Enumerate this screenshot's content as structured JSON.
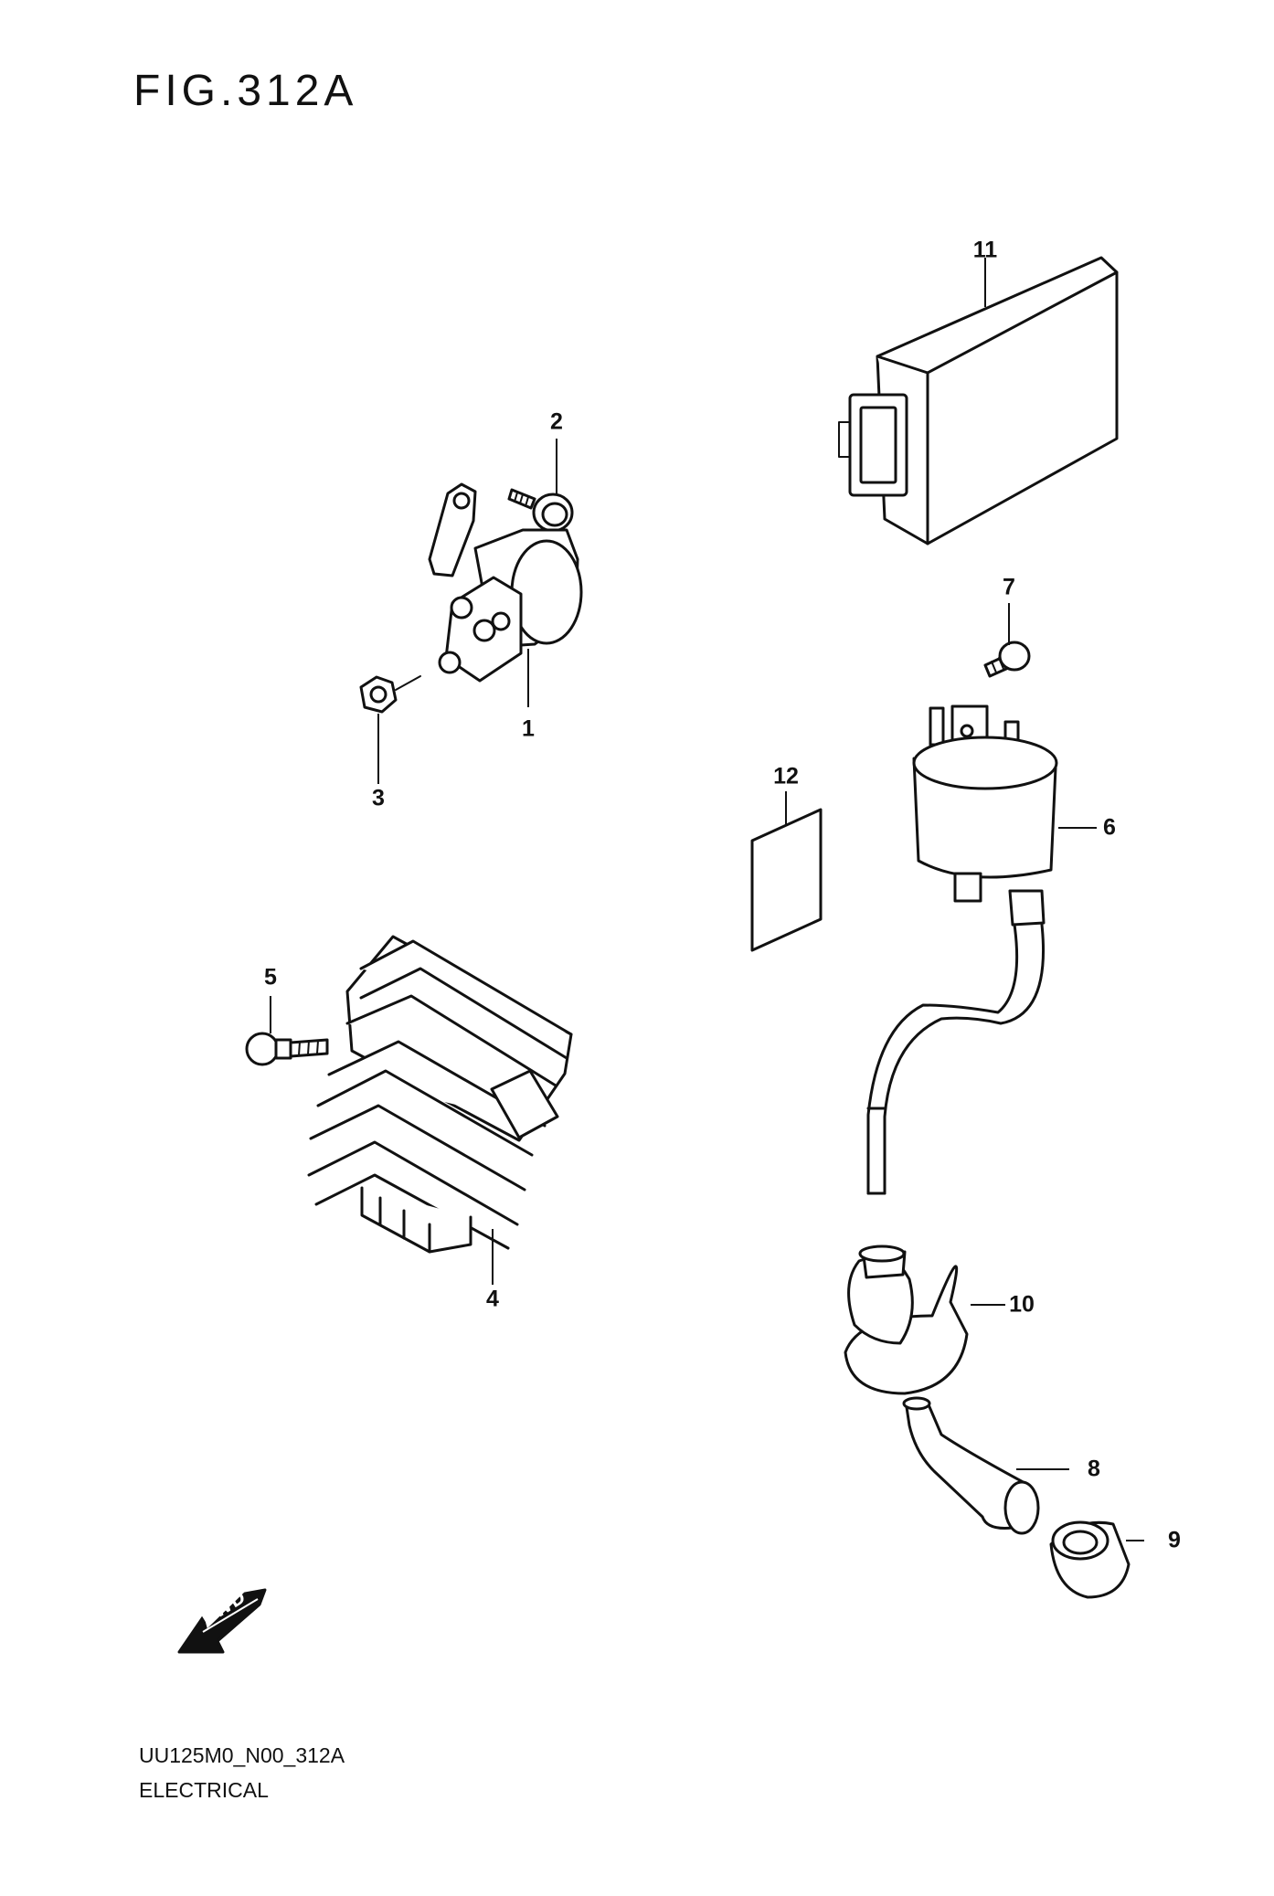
{
  "figure": {
    "title": "FIG.312A"
  },
  "callouts": [
    "1",
    "2",
    "3",
    "4",
    "5",
    "6",
    "7",
    "8",
    "9",
    "10",
    "11",
    "12"
  ],
  "badge": {
    "label": "FWD"
  },
  "footer": {
    "code": "UU125M0_N00_312A",
    "name": "ELECTRICAL"
  },
  "icons": [
    "starter-relay-icon",
    "bolt-icon",
    "nut-icon",
    "regulator-rectifier-icon",
    "bolt-icon",
    "ignition-coil-icon",
    "screw-icon",
    "plug-cap-icon",
    "seal-ring-icon",
    "rubber-boot-icon",
    "ecu-icon",
    "label-sheet-icon",
    "fwd-arrow-icon"
  ]
}
